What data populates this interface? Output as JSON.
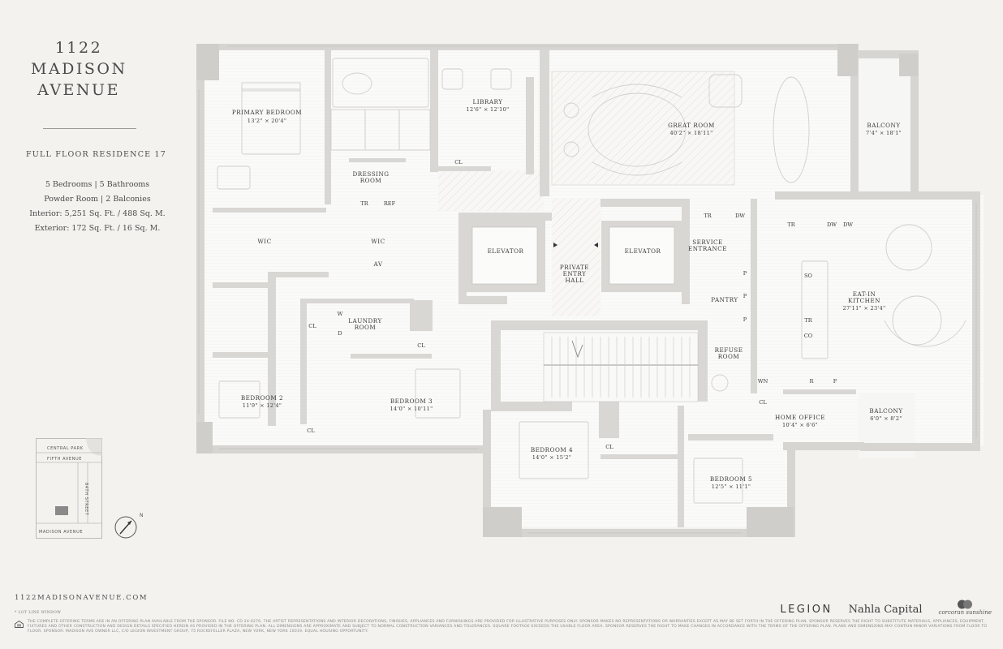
{
  "building": {
    "name_lines": [
      "1122",
      "MADISON",
      "AVENUE"
    ]
  },
  "residence": "FULL FLOOR RESIDENCE 17",
  "facts": [
    "5 Bedrooms | 5 Bathrooms",
    "Powder Room | 2 Balconies",
    "Interior: 5,251 Sq. Ft. / 488 Sq. M.",
    "Exterior: 172 Sq. Ft. / 16 Sq. M."
  ],
  "keymap": {
    "central_park": "CENTRAL PARK",
    "fifth_avenue": "FIFTH AVENUE",
    "street": "84TH STREET",
    "madison_avenue": "MADISON AVENUE",
    "compass_north": "N"
  },
  "website": "1122MADISONAVENUE.COM",
  "lot_line_note": "* LOT LINE WINDOW",
  "disclaimer": "THE COMPLETE OFFERING TERMS ARE IN AN OFFERING PLAN AVAILABLE FROM THE SPONSOR. FILE NO. CD 24-0276. THE ARTIST REPRESENTATIONS AND INTERIOR DECORATIONS, FINISHES, APPLIANCES AND FURNISHINGS ARE PROVIDED FOR ILLUSTRATIVE PURPOSES ONLY. SPONSOR MAKES NO REPRESENTATIONS OR WARRANTIES EXCEPT AS MAY BE SET FORTH IN THE OFFERING PLAN. SPONSOR RESERVES THE RIGHT TO SUBSTITUTE MATERIALS, APPLIANCES, EQUIPMENT, FIXTURES AND OTHER CONSTRUCTION AND DESIGN DETAILS SPECIFIED HEREIN AS PROVIDED IN THE OFFERING PLAN. ALL DIMENSIONS ARE APPROXIMATE AND SUBJECT TO NORMAL CONSTRUCTION VARIANCES AND TOLERANCES. SQUARE FOOTAGE EXCEEDS THE USABLE FLOOR AREA. SPONSOR RESERVES THE RIGHT TO MAKE CHANGES IN ACCORDANCE WITH THE TERMS OF THE OFFERING PLAN. PLANS AND DIMENSIONS MAY CONTAIN MINOR VARIATIONS FROM FLOOR TO FLOOR. SPONSOR: MADISON AVE OWNER LLC, C/O LEGION INVESTMENT GROUP, 75 ROCKEFELLER PLAZA, NEW YORK, NEW YORK 10019. EQUAL HOUSING OPPORTUNITY.",
  "logos": {
    "legion": "LEGION",
    "nahla": "Nahla Capital",
    "corcoran": "corcoran sunshine"
  },
  "rooms": {
    "primary_bedroom": {
      "name": "PRIMARY BEDROOM",
      "dim": "13'2\" × 20'4\""
    },
    "library": {
      "name": "LIBRARY",
      "dim": "12'6\" × 12'10\""
    },
    "great_room": {
      "name": "GREAT ROOM",
      "dim": "40'2\" × 18'11\""
    },
    "balcony_1": {
      "name": "BALCONY",
      "dim": "7'4\" × 18'1\""
    },
    "dressing_room": {
      "name_1": "DRESSING",
      "name_2": "ROOM"
    },
    "wic_1": "WIC",
    "wic_2": "WIC",
    "av": "AV",
    "elevator_1": "ELEVATOR",
    "elevator_2": "ELEVATOR",
    "private_entry": {
      "l1": "PRIVATE",
      "l2": "ENTRY",
      "l3": "HALL"
    },
    "service_entrance": {
      "l1": "SERVICE",
      "l2": "ENTRANCE"
    },
    "pantry": "PANTRY",
    "eat_in_kitchen": {
      "l1": "EAT-IN",
      "l2": "KITCHEN",
      "dim": "27'11\" × 23'4\""
    },
    "laundry": {
      "l1": "LAUNDRY",
      "l2": "ROOM"
    },
    "refuse": {
      "l1": "REFUSE",
      "l2": "ROOM"
    },
    "bedroom_2": {
      "name": "BEDROOM 2",
      "dim": "11'9\" × 12'4\""
    },
    "bedroom_3": {
      "name": "BEDROOM 3",
      "dim": "14'0\" × 10'11\""
    },
    "bedroom_4": {
      "name": "BEDROOM 4",
      "dim": "14'0\" × 15'2\""
    },
    "bedroom_5": {
      "name": "BEDROOM 5",
      "dim": "12'5\" × 11'1\""
    },
    "home_office": {
      "name": "HOME OFFICE",
      "dim": "10'4\" × 6'6\""
    },
    "balcony_2": {
      "name": "BALCONY",
      "dim": "6'0\" × 8'2\""
    }
  },
  "fixtures": {
    "cl": "CL",
    "tr": "TR",
    "ref": "REF",
    "dw": "DW",
    "w": "W",
    "d": "D",
    "p": "P",
    "so": "SO",
    "co": "CO",
    "wn": "WN",
    "r": "R",
    "f": "F"
  }
}
